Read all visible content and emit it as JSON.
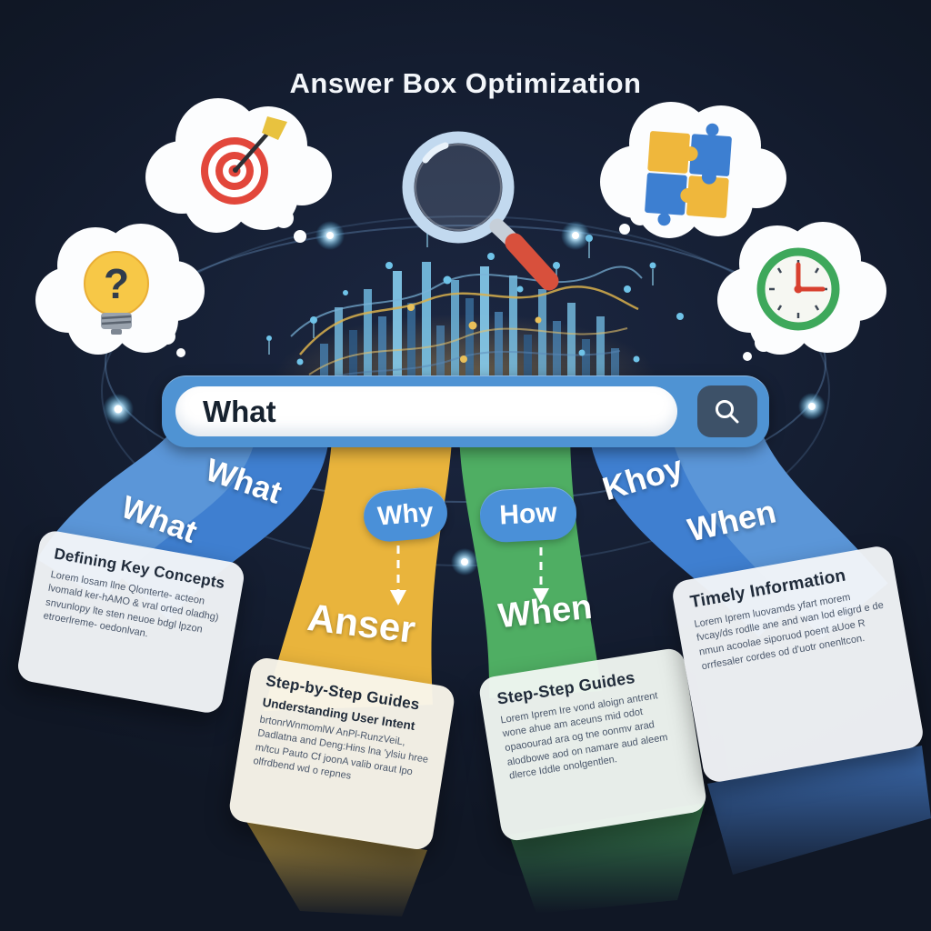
{
  "title": "Answer Box Optimization",
  "search_bar": {
    "value": "What",
    "button_icon": "search-magnifier"
  },
  "thought_clouds": [
    {
      "icon": "target-dart-icon",
      "position": "top-left"
    },
    {
      "icon": "puzzle-pieces-icon",
      "position": "top-right"
    },
    {
      "icon": "lightbulb-question-icon",
      "position": "left"
    },
    {
      "icon": "clock-icon",
      "position": "right"
    }
  ],
  "center_decoration": {
    "icon": "magnifying-glass-icon",
    "motif": "bar-chart-network"
  },
  "branch_labels": {
    "what_front": "What",
    "what_back": "What",
    "why": "Why",
    "how": "How",
    "khoy": "Khoy",
    "when_right": "When",
    "anser": "Anser",
    "when_green": "When"
  },
  "cards": [
    {
      "title": "Defining Key Concepts",
      "subtitle": "",
      "body": "Lorem losam llne Qlonterte- acteon lvomald ker-hAMO & vral orted oladhg) snvunlopy lte sten neuoe bdgl lpzon etroerlreme- oedonlvan."
    },
    {
      "title": "Step-by-Step Guides",
      "subtitle": "Understanding User Intent",
      "body": "brtonrWnmomlW AnPl-RunzVeiL, Dadlatna and Deng:Hins lna 'ylsiu hree m/tcu Pauto Cf joonA valib oraut lpo olfrdbend wd o repnes"
    },
    {
      "title": "Step-Step Guides",
      "subtitle": "",
      "body": "Lorem Iprem Ire vond aloign antrent wone ahue am aceuns mid odot opaoourad ara og tne oonmv arad alodbowe aod on namare aud aleem dlerce Iddle onolgentlen."
    },
    {
      "title": "Timely Information",
      "subtitle": "",
      "body": "Lorem Iprem luovamds yfart morem fvcay/ds rodlle ane and wan lod eligrd e de nmun acoolae siporuod poent aUoe R orrfesaler cordes od d'uotr onenltcon."
    }
  ],
  "colors": {
    "background": "#121a2b",
    "search_bar": "#4f93d3",
    "search_button": "#3d5168",
    "ribbon_blue_dark": "#3f7fd0",
    "ribbon_blue_light": "#5b96d8",
    "ribbon_yellow": "#e9b43c",
    "ribbon_green": "#4fae63",
    "badge_blue": "#4a90d8",
    "card_bg": "#f3f5f8",
    "title_text": "#f3f6fa",
    "accent_red": "#d8503c",
    "accent_gold": "#e9c05a",
    "accent_cyan": "#6fc3e8"
  }
}
